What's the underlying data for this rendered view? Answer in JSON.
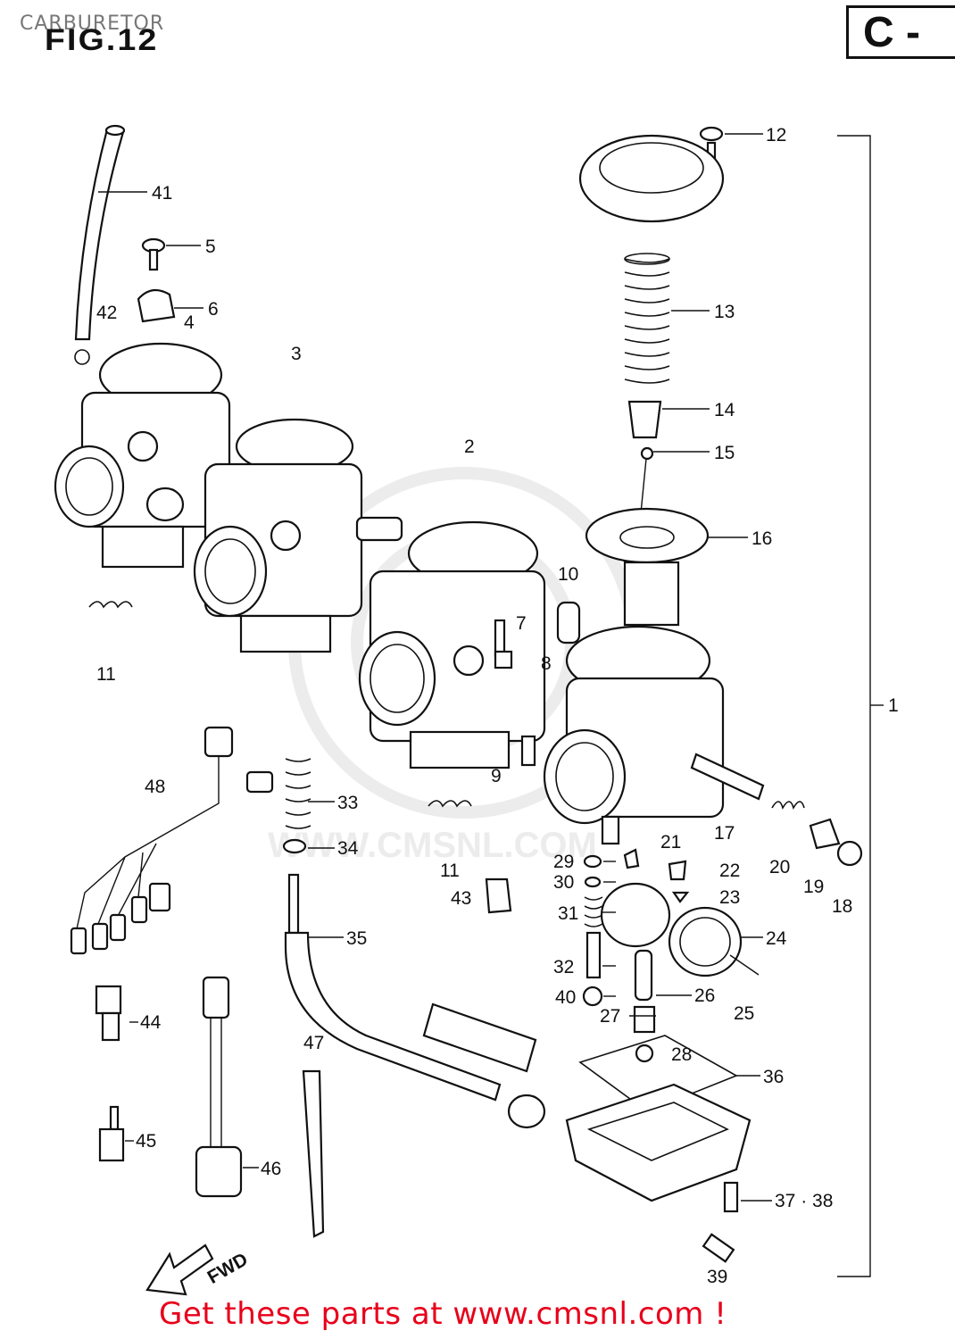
{
  "header": {
    "title": "CARBURETOR",
    "figure_label": "FIG.12",
    "section_code": "C -"
  },
  "diagram": {
    "callouts": [
      "1",
      "2",
      "3",
      "4",
      "5",
      "6",
      "7",
      "8",
      "9",
      "10",
      "11",
      "11",
      "11",
      "12",
      "13",
      "14",
      "15",
      "16",
      "17",
      "18",
      "19",
      "20",
      "21",
      "22",
      "23",
      "24",
      "25",
      "26",
      "27",
      "28",
      "29",
      "30",
      "31",
      "32",
      "33",
      "34",
      "35",
      "36",
      "37 · 38",
      "39",
      "40",
      "41",
      "42",
      "43",
      "44",
      "45",
      "46",
      "47",
      "48"
    ],
    "direction_label": "FWD",
    "watermark": "WWW.CMSNL.COM"
  },
  "footer": {
    "link_text": "Get these parts at www.cmsnl.com !"
  }
}
